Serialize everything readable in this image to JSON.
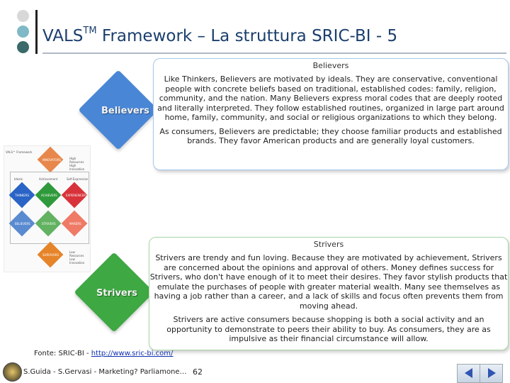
{
  "slide": {
    "title_main": "VALS",
    "title_sup": "TM",
    "title_rest": " Framework – La struttura SRIC-BI - 5"
  },
  "believers": {
    "diamond_label": "Believers",
    "heading": "Believers",
    "paragraph1": "Like Thinkers, Believers are motivated by ideals. They are conservative, conventional people with concrete beliefs based on traditional, established codes: family, religion, community, and the nation. Many Believers express moral codes that are deeply rooted and literally interpreted. They follow established routines, organized in large part around home, family, community, and social or religious organizations to which they belong.",
    "paragraph2": "As consumers, Believers are predictable; they choose familiar products and established brands. They favor American products and are generally loyal customers."
  },
  "strivers": {
    "diamond_label": "Strivers",
    "heading": "Strivers",
    "paragraph1": "Strivers are trendy and fun loving. Because they are motivated by achievement, Strivers are concerned about the opinions and approval of others. Money defines success for Strivers, who don't have enough of it to meet their desires. They favor stylish products that emulate the purchases of people with greater material wealth. Many see themselves as having a job rather than a career, and a lack of skills and focus often prevents them from moving ahead.",
    "paragraph2": "Strivers are active consumers because shopping is both a social activity and an opportunity to demonstrate to peers their ability to buy. As consumers, they are as impulsive as their financial circumstance will allow."
  },
  "vals_chart": {
    "frame_label": "VALS™ Framework",
    "top_label": "INNOVATORS",
    "high_resources": "High Resources High Innovation",
    "low_resources": "Low Resources Low Innovation",
    "motivation_labels": [
      "Ideals",
      "Achievement",
      "Self-Expression"
    ],
    "row1": [
      "THINKERS",
      "ACHIEVERS",
      "EXPERIENCERS"
    ],
    "row2": [
      "BELIEVERS",
      "STRIVERS",
      "MAKERS"
    ],
    "bottom_label": "SURVIVORS",
    "colors": {
      "innovators": "#e8874c",
      "thinkers": "#2a64c6",
      "achievers": "#2f9a3b",
      "experiencers": "#d8333b",
      "believers": "#5a8ad0",
      "strivers": "#62b262",
      "makers": "#ef7a66",
      "survivors": "#e6842a"
    }
  },
  "footer": {
    "source_prefix": "Fonte: SRIC-BI - ",
    "source_link": "http://www.sric-bi.com/",
    "citation": "S.Guida - S.Gervasi - Marketing? Parliamone…",
    "page_number": "62",
    "prev_icon": "triangle-left-icon",
    "next_icon": "triangle-right-icon"
  },
  "colors": {
    "title": "#1b3f6e",
    "bullet1": "#d8d8d8",
    "bullet2": "#7fb8c6",
    "bullet3": "#3a6a6a"
  }
}
